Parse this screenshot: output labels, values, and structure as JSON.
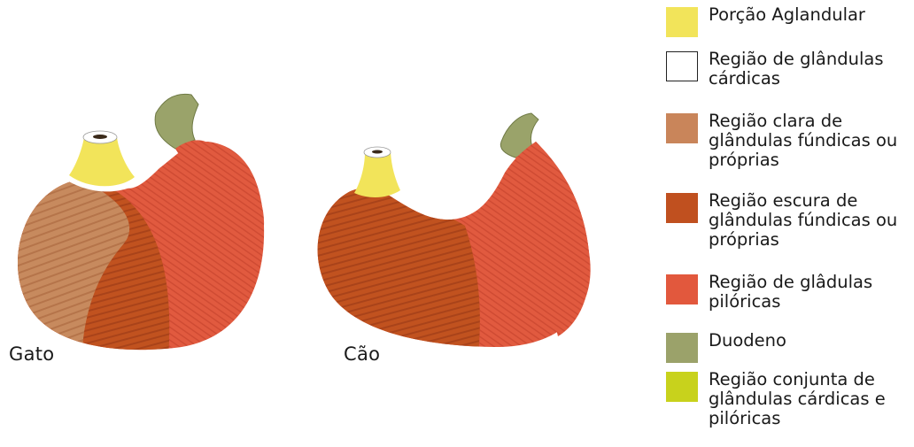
{
  "figure": {
    "stomachs": [
      {
        "id": "gato",
        "label": "Gato"
      },
      {
        "id": "cao",
        "label": "Cão"
      }
    ]
  },
  "legend": {
    "items": [
      {
        "id": "aglandular",
        "text": "Porção Aglandular",
        "color": "#f2e45a"
      },
      {
        "id": "cardicas",
        "text": "Região de glândulas\ncárdicas",
        "color": "#ffffff"
      },
      {
        "id": "fundicas-clara",
        "text": "Região clara de\nglândulas fúndicas ou\npróprias",
        "color": "#c9855a"
      },
      {
        "id": "fundicas-escura",
        "text": "Região escura de\nglândulas fúndicas ou\npróprias",
        "color": "#c0501f"
      },
      {
        "id": "piloricas",
        "text": "Região de glâdulas\npilóricas",
        "color": "#e2583d"
      },
      {
        "id": "duodeno",
        "text": "Duodeno",
        "color": "#9ba26a"
      },
      {
        "id": "conjunta",
        "text": "Região conjunta de\nglândulas cárdicas e\npilóricas",
        "color": "#c8d21c"
      }
    ]
  }
}
